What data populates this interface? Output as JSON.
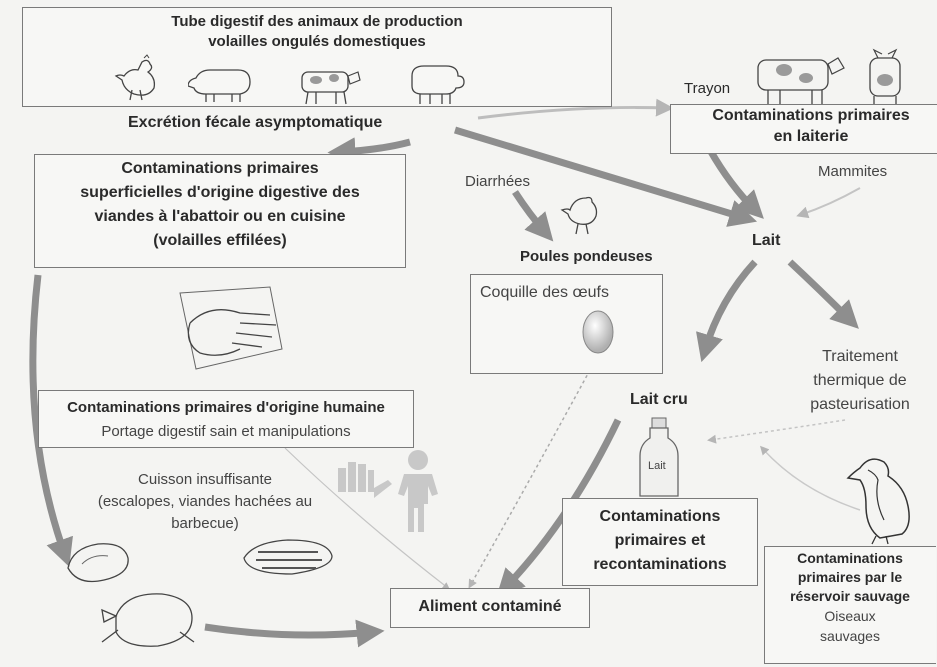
{
  "production": {
    "title_line1": "Tube digestif des animaux de production",
    "title_line2": "volailles ongulés domestiques"
  },
  "excretion": "Excrétion fécale asymptomatique",
  "viandes": {
    "line1": "Contaminations primaires",
    "line2": "superficielles d'origine digestive des",
    "line3": "viandes à l'abattoir ou en cuisine",
    "line4": "(volailles effilées)"
  },
  "trayon": "Trayon",
  "laiterie": {
    "line1": "Contaminations primaires",
    "line2": "en laiterie"
  },
  "mammites": "Mammites",
  "diarrhees": "Diarrhées",
  "poules": "Poules pondeuses",
  "coquille": "Coquille des œufs",
  "lait": "Lait",
  "lait_cru": "Lait cru",
  "bottle_label": "Lait",
  "traitement": {
    "line1": "Traitement",
    "line2": "thermique de",
    "line3": "pasteurisation"
  },
  "humaine": {
    "line1": "Contaminations primaires  d'origine humaine",
    "line2": "Portage digestif sain et manipulations"
  },
  "cuisson": {
    "line1": "Cuisson insuffisante",
    "line2": "(escalopes, viandes hachées au",
    "line3": "barbecue)"
  },
  "recontam": {
    "line1": "Contaminations",
    "line2": "primaires et",
    "line3": "recontaminations"
  },
  "sauvage": {
    "line1": "Contaminations",
    "line2": "primaires par le",
    "line3": "réservoir sauvage",
    "line4": "Oiseaux",
    "line5": "sauvages"
  },
  "aliment": "Aliment contaminé",
  "colors": {
    "arrow_bold": "#8e8e8e",
    "arrow_thin": "#b5b5b5",
    "border": "#7a7a7a"
  }
}
